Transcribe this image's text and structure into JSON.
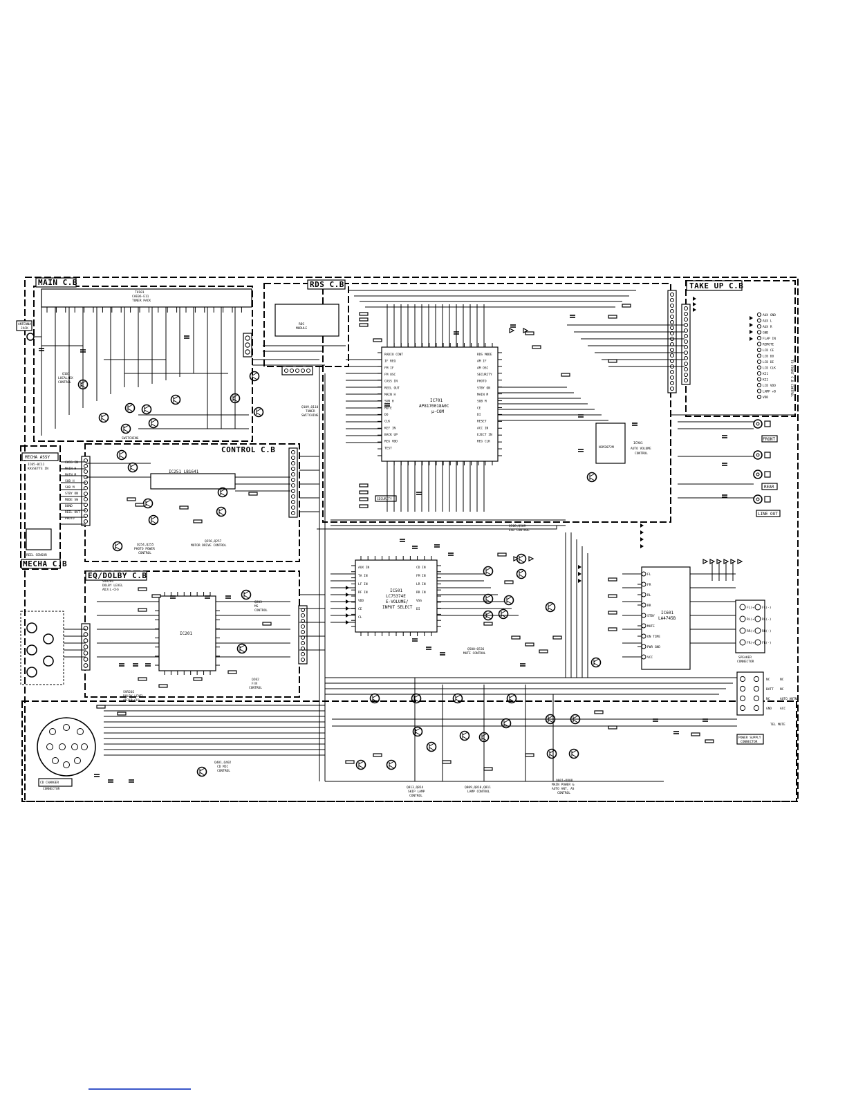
{
  "boards": {
    "main": "MAIN C.B",
    "rds": "RDS C.B",
    "take_up": "TAKE UP C.B",
    "control": "CONTROL C.B",
    "eq_dolby": "EQ/DOLBY C.B",
    "mecha": "MECHA C.B",
    "mecha_assy": "MECHA ASSY"
  },
  "ics": {
    "ic701": [
      "IC701",
      "AP8170018A0C",
      "μ-COM"
    ],
    "ic501": [
      "IC501",
      "LC75374E",
      "E-VOLUME/",
      "INPUT SELECT"
    ],
    "ic601": [
      "IC601",
      "LA4745B"
    ],
    "ic901": [
      "IC901",
      "NJM2072M",
      "AUTO VOLUME",
      "CONTROL"
    ],
    "ic251": "IC251 LB1641",
    "ic201": "IC201",
    "tu101": [
      "TU101",
      "CAE06-E11",
      "TUNER PACK"
    ],
    "rds_module": [
      "RDS",
      "MODULE"
    ],
    "ic011": [
      "IC05-0C11",
      "KASSETTE IN"
    ]
  },
  "labels": {
    "antenna": [
      "ANTENNA",
      "JACK"
    ],
    "front": "FRONT",
    "rear": "REAR",
    "line_out": "LINE OUT",
    "security": "SECURITY",
    "speaker": [
      "SPEAKER",
      "CONNECTOR"
    ],
    "power_supply": [
      "POWER SUPPLY",
      "CONNECTOR"
    ],
    "cd_changer": [
      "CD CHANGER",
      "CONNECTOR"
    ],
    "tel_mute": "TEL MUTE",
    "to_front": "TO FRONT C.B CONTROL",
    "tuner_switching": [
      "Q109,Q110",
      "TUNER",
      "SWITCHING"
    ],
    "mute_control": [
      "Q500~Q536",
      "MUTE CONTROL"
    ],
    "esd_control": [
      "Q508,Q509",
      "ESD CONTROL"
    ],
    "photo_power": [
      "Q254,Q255",
      "PHOTO POWER",
      "CONTROL"
    ],
    "motor_drive": [
      "Q256,Q257",
      "MOTOR DRIVE CONTROL"
    ],
    "bias_level": [
      "SVR201",
      "DOLBY LEVEL",
      "ADJ(L-CH)"
    ],
    "dolby_level_r": [
      "SVR202",
      "DOLBY LEVEL",
      "ADJ(R-CH)"
    ],
    "fr_control": [
      "Q202",
      "F/R",
      "CONTROL"
    ],
    "ms_control": [
      "Q203",
      "MS",
      "CONTROL"
    ],
    "cd_mic": [
      "Q401,Q402",
      "CD MIC",
      "CONTROL"
    ],
    "skip_lamp": [
      "Q813,Q814",
      "SKIP LAMP",
      "CONTROL"
    ],
    "lamp_control": [
      "Q809,Q810,Q811",
      "LAMP CONTROL"
    ],
    "main_power": [
      "Q801~Q808",
      "MAIN POWER &",
      "AUTO ANT, AS",
      "CONTROL"
    ],
    "switching": "SWITCHING",
    "local_dx": [
      "Q101",
      "LOCAL/DX",
      "CONTROL"
    ],
    "reel_sensor": "REEL SENSOR",
    "mecha_pins": [
      "CASS IN",
      "MAIN H",
      "MAIN M",
      "SUB H",
      "SUB M",
      "STBY ON",
      "MODE SW",
      "BOND",
      "REEL OUT",
      "PHOTO"
    ],
    "takeup_pins": [
      "AUX GND",
      "AUX L",
      "AUX R",
      "GND",
      "FLAP IN",
      "REMOTE",
      "LCD CE",
      "LCD DO",
      "LCD DI",
      "LCD CLK",
      "KI1",
      "KI2",
      "LCD VDD",
      "LAMP +B",
      "VDD"
    ],
    "ps_pins": [
      "NC",
      "NC",
      "BATT",
      "NC",
      "NC",
      "AUTO ANTNA",
      "GND",
      "ACC"
    ],
    "spk_pins": [
      "FL(+)",
      "FL(-)",
      "RL(+)",
      "RL(-)",
      "RR(+)",
      "RR(-)",
      "FR(+)",
      "FR(-)"
    ],
    "ic601_pins": [
      "FL",
      "FR",
      "RL",
      "RR",
      "STBY",
      "MUTE",
      "ON TIME",
      "PWR GND",
      "VCC"
    ],
    "ic701_pins": [
      "RADIO CONT",
      "RDS MODE",
      "IF REQ",
      "AM IF",
      "FM IF",
      "AM OSC",
      "FM OSC",
      "SECURITY",
      "CASS IN",
      "PHOTO",
      "REEL OUT",
      "STBY ON",
      "MAIN H",
      "MAIN M",
      "SUB H",
      "SUB M",
      "MUTE",
      "CE",
      "DO",
      "DI",
      "CLK",
      "RESET",
      "KEY IN",
      "ACC IN",
      "BACK UP",
      "EJECT IN",
      "REG VDD",
      "REG CLK",
      "TEST"
    ],
    "ic501_pins": [
      "AUX IN",
      "CD IN",
      "TA IN",
      "FM IN",
      "LF IN",
      "LR IN",
      "RF IN",
      "RR IN",
      "VDD",
      "VSS",
      "CE",
      "DI",
      "CL"
    ]
  },
  "colors": {
    "ink": "#000000",
    "paper": "#ffffff",
    "bar": "#3a56c9"
  }
}
